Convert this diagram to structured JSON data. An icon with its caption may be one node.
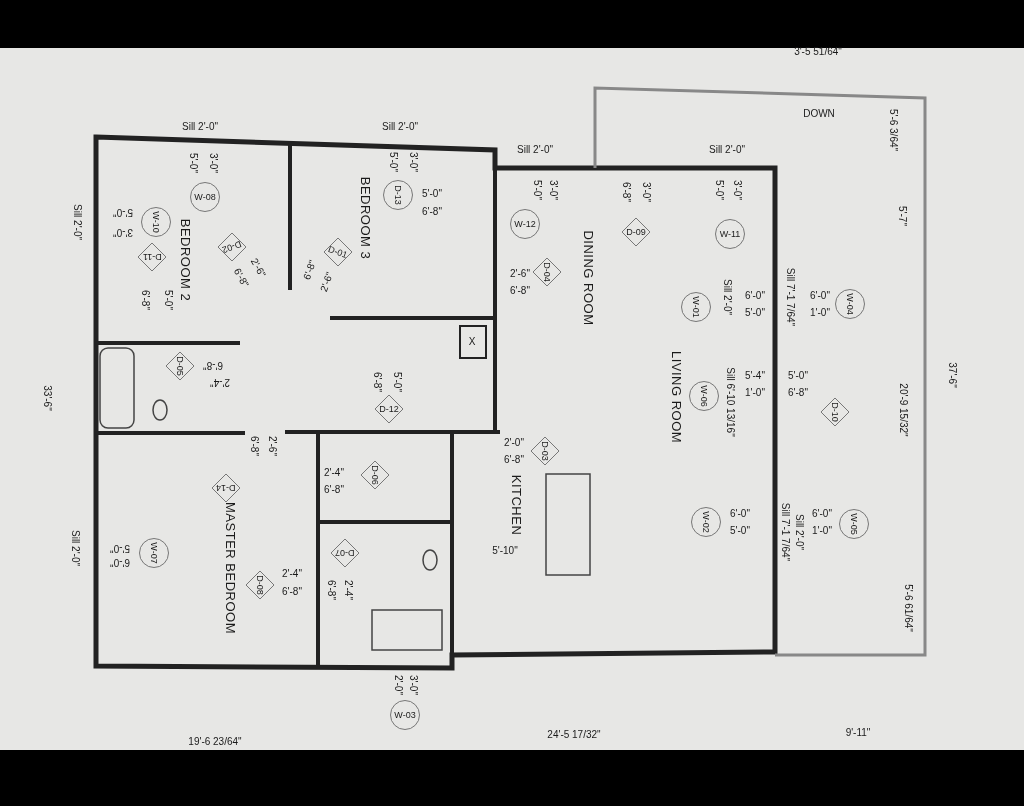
{
  "diagram": {
    "nodes": [
      {
        "text": [
          "BEDROOM 2"
        ]
      },
      {
        "text": [
          "BEDROOM 3"
        ]
      },
      {
        "text": [
          "DINING ROOM"
        ]
      },
      {
        "text": [
          "LIVING ROOM"
        ]
      },
      {
        "text": [
          "KITCHEN"
        ]
      },
      {
        "text": [
          "MASTER BEDROOM"
        ]
      },
      {
        "text": [
          "W-08"
        ]
      },
      {
        "text": [
          "W-10"
        ]
      },
      {
        "text": [
          "D-11"
        ]
      },
      {
        "text": [
          "D-02"
        ]
      },
      {
        "text": [
          "D-01"
        ]
      },
      {
        "text": [
          "D-13"
        ]
      },
      {
        "text": [
          "W-12"
        ]
      },
      {
        "text": [
          "D-09"
        ]
      },
      {
        "text": [
          "W-11"
        ]
      },
      {
        "text": [
          "D-04"
        ]
      },
      {
        "text": [
          "W-01"
        ]
      },
      {
        "text": [
          "W-04"
        ]
      },
      {
        "text": [
          "D-05"
        ]
      },
      {
        "text": [
          "D-12"
        ]
      },
      {
        "text": [
          "W-06"
        ]
      },
      {
        "text": [
          "D-10"
        ]
      },
      {
        "text": [
          "D-03"
        ]
      },
      {
        "text": [
          "D-14"
        ]
      },
      {
        "text": [
          "D-06"
        ]
      },
      {
        "text": [
          "W-07"
        ]
      },
      {
        "text": [
          "D-07"
        ]
      },
      {
        "text": [
          "D-08"
        ]
      },
      {
        "text": [
          "W-02"
        ]
      },
      {
        "text": [
          "W-05"
        ]
      },
      {
        "text": [
          "W-03"
        ]
      }
    ],
    "labels": [
      "Sill 2'-0\"",
      "5'-0\"",
      "3'-0\"",
      "Sill 2'-0\"",
      "5'-0\"",
      "3'-0\"",
      "5'-0\"",
      "6'-8\"",
      "Sill 2'-0\"",
      "5'-0\"",
      "3'-0\"",
      "2'-6\"",
      "6'-8\"",
      "6'-8\"",
      "2'-6\"",
      "6'-8\"",
      "5'-0\"",
      "2'-6\"",
      "6'-8\"",
      "Sill 2'-0\"",
      "5'-0\"",
      "3'-0\"",
      "6'-8\"",
      "3'-0\"",
      "Sill 2'-0\"",
      "5'-0\"",
      "3'-0\"",
      "3'-5 51/64\"",
      "DOWN",
      "5'-6 3/64\"",
      "5'-7\"",
      "Sill 2'-0\"",
      "6'-0\"",
      "5'-0\"",
      "Sill 7'-1 7/64\"",
      "6'-0\"",
      "1'-0\"",
      "6'-8\"",
      "2'-4\"",
      "6'-8\"",
      "5'-0\"",
      "Sill 6'-10 13/16\"",
      "5'-4\"",
      "1'-0\"",
      "5'-0\"",
      "6'-8\"",
      "37'-6\"",
      "20'-9 15/32\"",
      "33'-6\"",
      "6'-8\"",
      "2'-6\"",
      "2'-0\"",
      "6'-8\"",
      "2'-4\"",
      "6'-8\"",
      "5'-10\"",
      "Sill 2'-0\"",
      "5'-0\"",
      "6'-0\"",
      "2'-4\"",
      "6'-8\"",
      "6'-8\"",
      "2'-4\"",
      "6'-0\"",
      "5'-0\"",
      "Sill 7'-1 7/64\"",
      "Sill 2'-0\"",
      "6'-0\"",
      "1'-0\"",
      "5'-6 61/64\"",
      "X",
      "2'-0\"",
      "3'-0\"",
      "19'-6 23/64\"",
      "24'-5 17/32\"",
      "9'-11\""
    ]
  }
}
